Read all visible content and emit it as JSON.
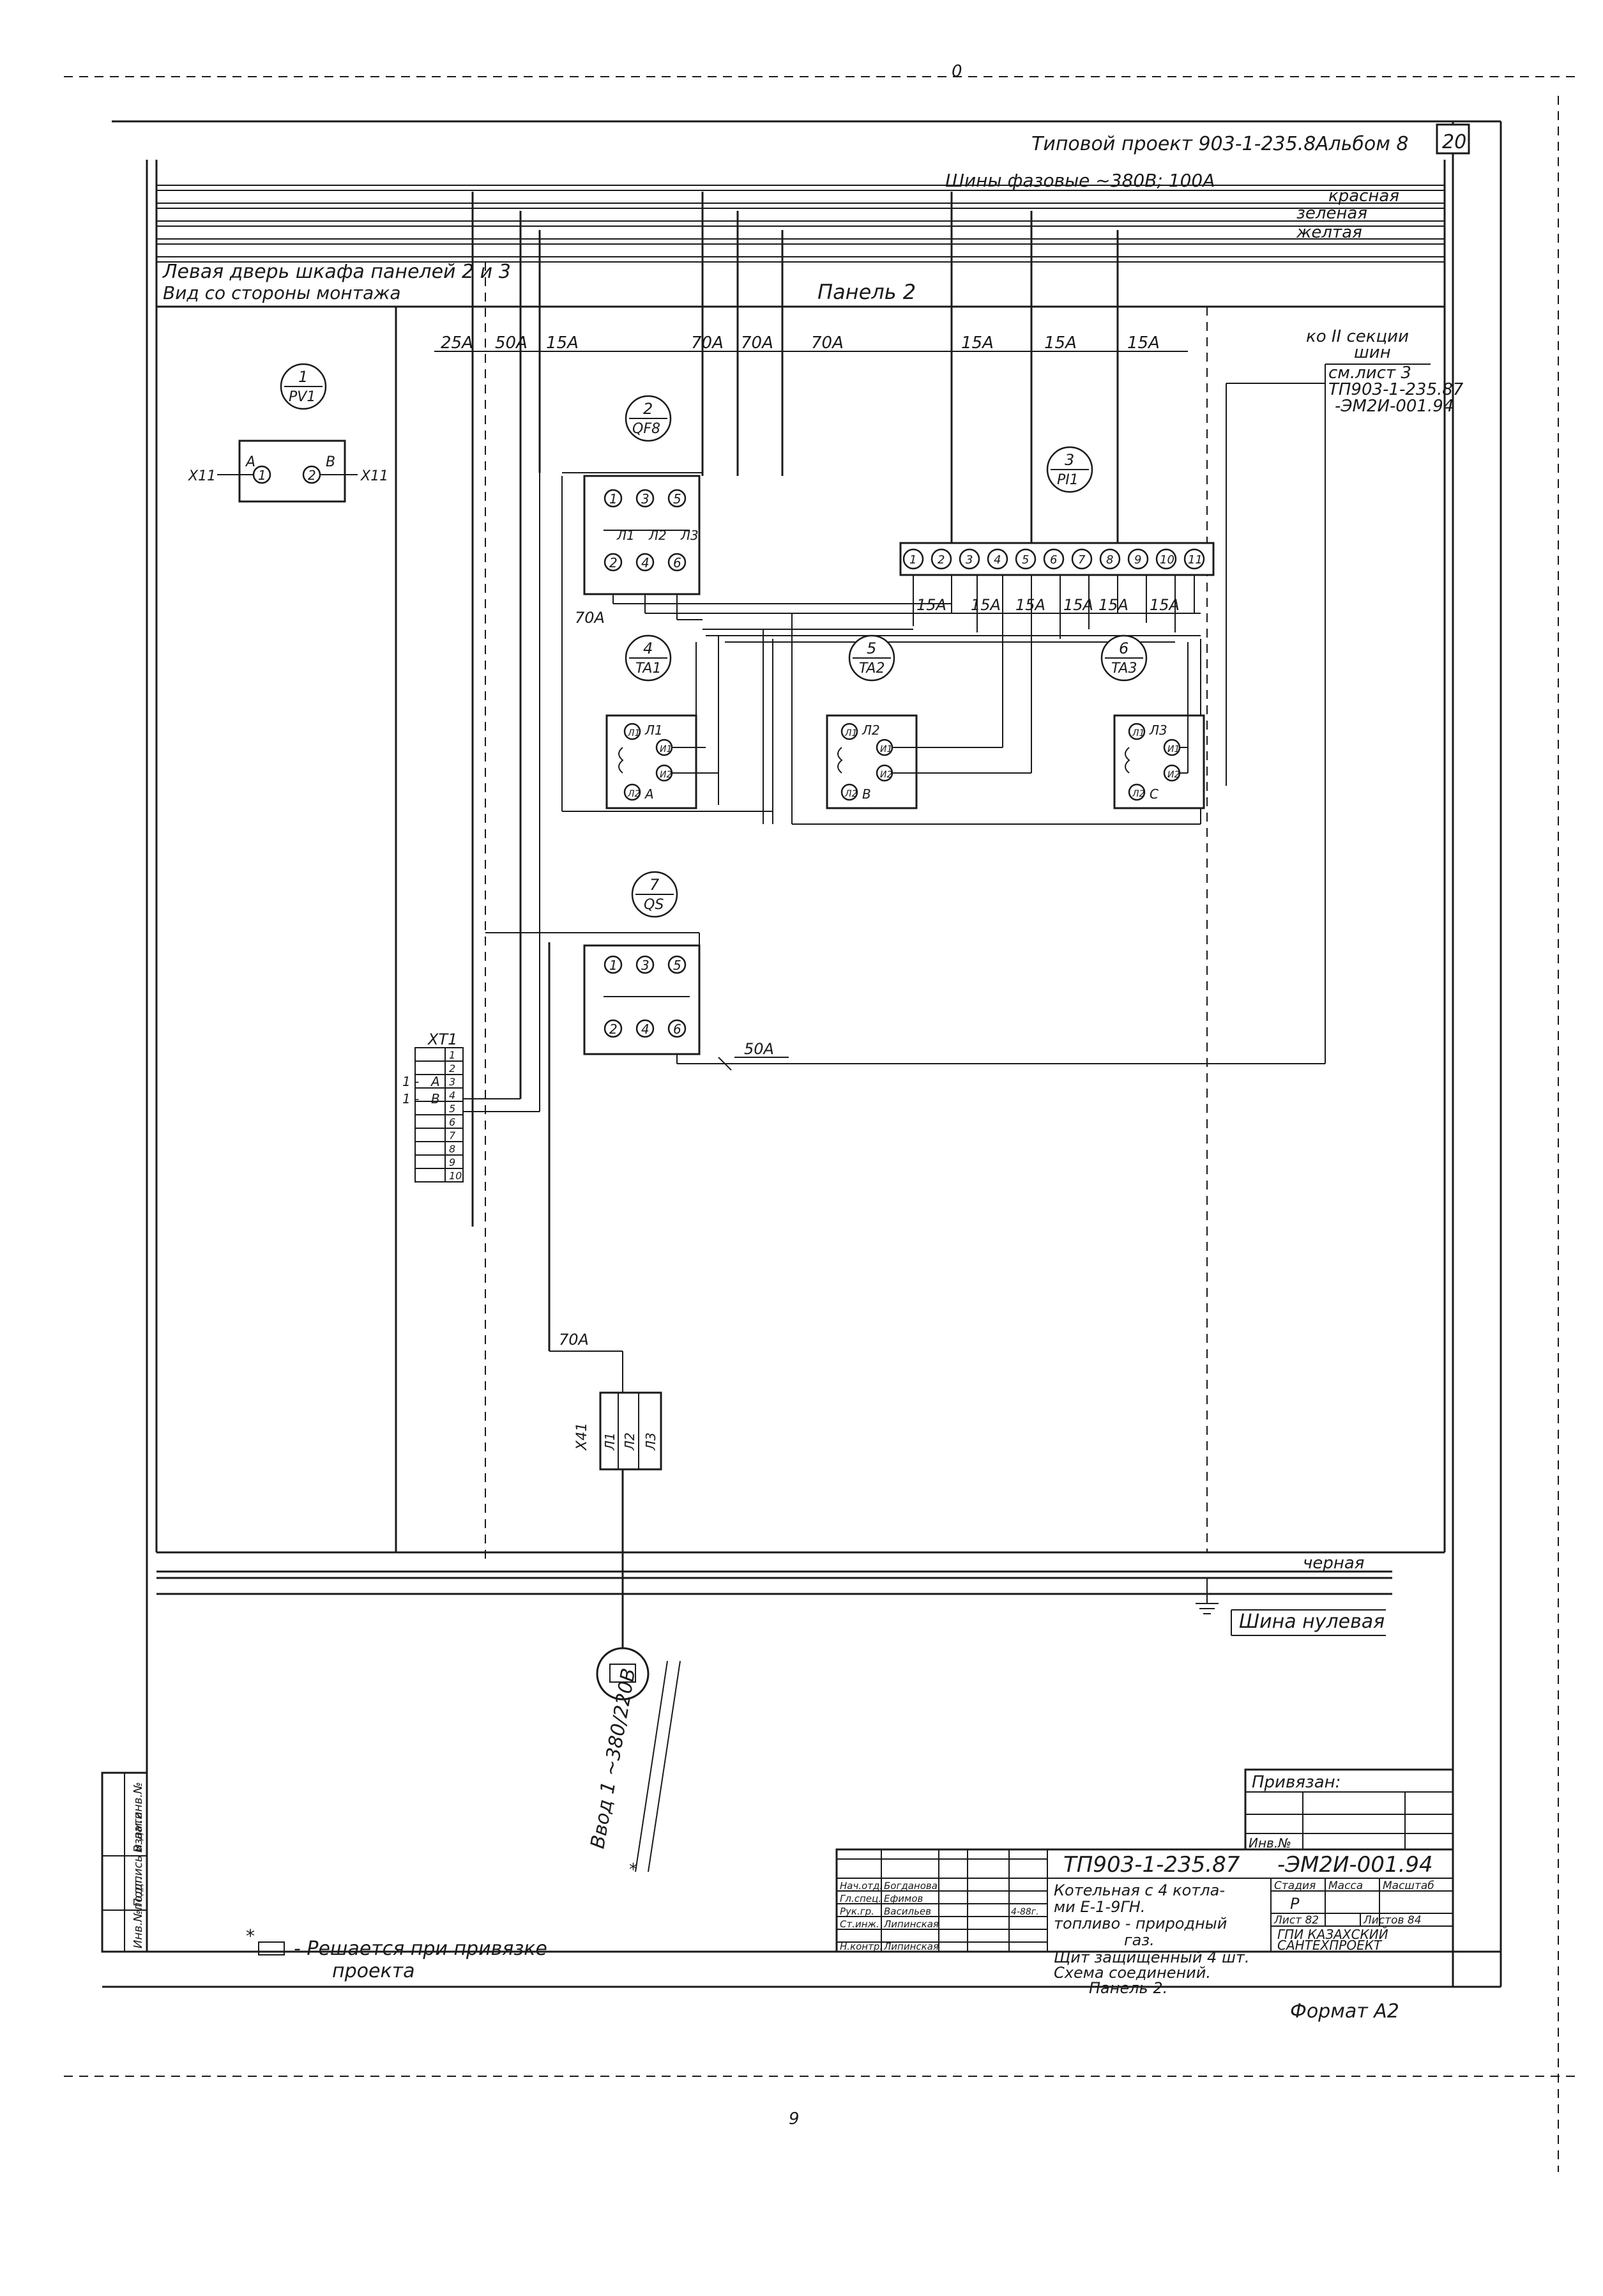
{
  "sheet": {
    "sheet_number": "20",
    "top_mark": "0",
    "bottom_mark": "9",
    "format": "Формат А2"
  },
  "header": {
    "project": "Типовой проект 903-1-235.8",
    "album": "Альбом 8"
  },
  "buses": {
    "phase_bus": "Шины фазовые ~380В; 100А",
    "red": "красная",
    "green": "зеленая",
    "yellow": "желтая",
    "black": "черная",
    "neutral": "Шина нулевая"
  },
  "view": {
    "line1": "Левая дверь шкафа панелей 2 и 3",
    "line2": "Вид со стороны монтажа"
  },
  "panel_title": "Панель 2",
  "section_note": {
    "line1": "ко II секции",
    "line2": "шин",
    "line3": "см.лист 3",
    "line4": "ТП903-1-235.87",
    "line5": "-ЭМ2И-001.94"
  },
  "wire_ratings": {
    "w1": "25А",
    "w2": "50А",
    "w3": "15А",
    "w4": "70А",
    "w5": "70А",
    "w6": "70А",
    "w7": "15А",
    "w8": "15А",
    "w9": "15А",
    "c1": "15А",
    "c2": "15А",
    "c3": "15А",
    "c4": "15А",
    "c5": "15А",
    "c6": "15А",
    "qs_in": "70А",
    "qs_out": "50А",
    "feed": "70А"
  },
  "devices": {
    "pv1": {
      "num": "1",
      "code": "PV1",
      "a": "А",
      "b": "В",
      "t1": "1",
      "t2": "2",
      "x_left": "X11",
      "x_right": "X11"
    },
    "qf8": {
      "num": "2",
      "code": "QF8",
      "t": [
        "1",
        "3",
        "5",
        "2",
        "4",
        "6"
      ],
      "poles": [
        "Л1",
        "Л2",
        "Л3"
      ]
    },
    "pi1": {
      "num": "3",
      "code": "PI1",
      "terminals": [
        "1",
        "2",
        "3",
        "4",
        "5",
        "6",
        "7",
        "8",
        "9",
        "10",
        "11"
      ]
    },
    "ta1": {
      "num": "4",
      "code": "TA1",
      "phase": "А",
      "pole": "Л1",
      "i1": "И1",
      "i2": "И2",
      "l1": "Л1",
      "l2": "Л2"
    },
    "ta2": {
      "num": "5",
      "code": "TA2",
      "phase": "В",
      "pole": "Л2",
      "i1": "И1",
      "i2": "И2",
      "l1": "Л1",
      "l2": "Л2"
    },
    "ta3": {
      "num": "6",
      "code": "TA3",
      "phase": "С",
      "pole": "Л3",
      "i1": "И1",
      "i2": "И2",
      "l1": "Л1",
      "l2": "Л2"
    },
    "qs": {
      "num": "7",
      "code": "QS",
      "t": [
        "1",
        "3",
        "5",
        "2",
        "4",
        "6"
      ]
    }
  },
  "xt1": {
    "label": "XT1",
    "rows": [
      "1",
      "2",
      "3",
      "4",
      "5",
      "6",
      "7",
      "8",
      "9",
      "10"
    ],
    "mark_a": "А",
    "mark_b": "В",
    "lead1": "1 -",
    "lead2": "1 -"
  },
  "x41": {
    "label": "X41",
    "phases": [
      "Л1",
      "Л2",
      "Л3"
    ]
  },
  "input": {
    "label": "Ввод 1 ~380/220В",
    "asterisk": "*"
  },
  "tie_in": {
    "title": "Привязан:",
    "inv": "Инв.№"
  },
  "title_block": {
    "code": "ТП903-1-235.87",
    "suffix": "-ЭМ2И-001.94",
    "description": [
      "Котельная с 4 котла-",
      "ми Е-1-9ГН.",
      "топливо - природный",
      "газ."
    ],
    "drawing": [
      "Щит защищенный 4 шт.",
      "Схема соединений.",
      "Панель 2."
    ],
    "stage_label": "Стадия",
    "mass_label": "Масса",
    "scale_label": "Масштаб",
    "stage": "Р",
    "sheet_label": "Лист 82",
    "sheets_label": "Листов 84",
    "org": [
      "ГПИ КАЗАХСКИЙ",
      "САНТЕХПРОЕКТ"
    ],
    "roles": [
      "Нач.отд.",
      "Гл.спец.",
      "Рук.гр.",
      "Ст.инж.",
      "Н.контр."
    ],
    "names": [
      "Богданова",
      "Ефимов",
      "Васильев",
      "Липинская",
      "Липинская"
    ],
    "date": "4-88г."
  },
  "side_stamp": [
    "Инв.№подл.",
    "Подпись и дата",
    "Взам.инв.№"
  ],
  "footnote": {
    "mark": "*",
    "text1": "- Решается при привязке",
    "text2": "проекта"
  }
}
